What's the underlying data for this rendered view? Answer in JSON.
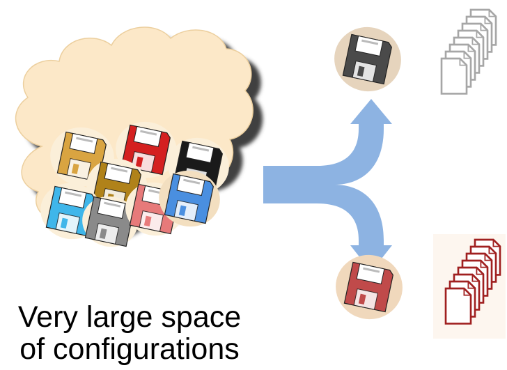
{
  "caption": {
    "line1": "Very large space",
    "line2": "of configurations"
  },
  "colors": {
    "arrow": "#8db3e2",
    "cloud_fill": "#fce8c8",
    "cloud_shadow": "#3f3f3f",
    "disk_gold": "#d9a441",
    "disk_red": "#d42020",
    "disk_black": "#1a1a1a",
    "disk_darkgold": "#b0821a",
    "disk_lightblue": "#3fb6ea",
    "disk_gray": "#8a8a8a",
    "disk_pink": "#e77a7a",
    "disk_blue": "#4a8fe0",
    "disk_top_output": "#4a4a4a",
    "disk_bottom_output": "#c04a4a",
    "docs_top": "#a6a6a6",
    "docs_bottom": "#a02020"
  },
  "icons": {
    "cloud": "cloud-of-configurations",
    "arrow": "split-arrow-icon",
    "floppy": "floppy-disk-icon",
    "documents": "document-stack-icon"
  }
}
